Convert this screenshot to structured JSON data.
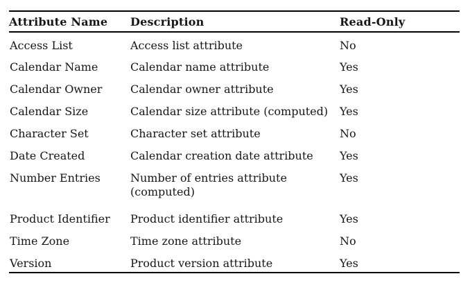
{
  "page": {
    "background": "#ffffff",
    "text_color": "#161616",
    "rule_color": "#000000"
  },
  "table": {
    "headers": [
      "Attribute Name",
      "Description",
      "Read-Only"
    ],
    "rows": [
      {
        "attribute": "Access List",
        "description": "Access list attribute",
        "read_only": "No"
      },
      {
        "attribute": "Calendar Name",
        "description": "Calendar name attribute",
        "read_only": "Yes"
      },
      {
        "attribute": "Calendar Owner",
        "description": "Calendar owner attribute",
        "read_only": "Yes"
      },
      {
        "attribute": "Calendar Size",
        "description": "Calendar size attribute (computed)",
        "read_only": "Yes"
      },
      {
        "attribute": "Character Set",
        "description": "Character set attribute",
        "read_only": "No"
      },
      {
        "attribute": "Date Created",
        "description": "Calendar creation date attribute",
        "read_only": "Yes"
      },
      {
        "attribute": "Number Entries",
        "description": "Number of entries attribute\n(computed)",
        "read_only": "Yes"
      },
      {
        "attribute": "Product Identifier",
        "description": "Product identifier attribute",
        "read_only": "Yes"
      },
      {
        "attribute": "Time Zone",
        "description": "Time zone attribute",
        "read_only": "No"
      },
      {
        "attribute": "Version",
        "description": "Product version attribute",
        "read_only": "Yes"
      }
    ]
  }
}
